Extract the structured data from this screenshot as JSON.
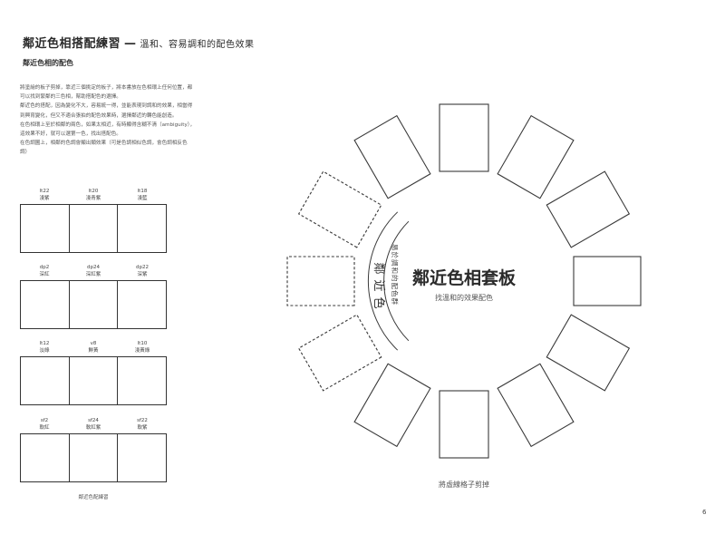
{
  "page": {
    "title": "鄰近色相搭配練習",
    "title_separator": "—",
    "title_sub": "溫和、容易調和的配色效果",
    "subtitle": "鄰近色相的配色",
    "paragraph_lines": [
      "將塗繪的板子剪掉，靠近三個挑定的板子，將本書放在色相環上任何位置，都",
      "可以找到緊鄰的三色相，幫助搭配色的選擇。",
      "鄰近色的搭配，因為變化不大，容易統一得，並能表現到調和的效果，相當得",
      "到興育變化，但又不適合張拍的配色效果時，選擇鄰近的轉色能創造。",
      "在色相環上至於相鄰的兩色，如果太相近，有時顯得含糊不清（ambiguity），",
      "這效果不好，就可以選第一色，找出搭配色。",
      "在色調圖上，相鄰的色調會顯出類效果（可是色調相似色調，會色調相反色",
      "調）"
    ],
    "caption": "鄰近色配練習",
    "page_number": "6"
  },
  "swatch_groups": [
    {
      "labels": [
        {
          "code": "lt22",
          "name": "淺紫"
        },
        {
          "code": "lt20",
          "name": "淺青紫"
        },
        {
          "code": "lt18",
          "name": "淺藍"
        }
      ]
    },
    {
      "labels": [
        {
          "code": "dp2",
          "name": "深紅"
        },
        {
          "code": "dp24",
          "name": "深紅紫"
        },
        {
          "code": "dp22",
          "name": "深紫"
        }
      ]
    },
    {
      "labels": [
        {
          "code": "lt12",
          "name": "淡綠"
        },
        {
          "code": "v8",
          "name": "鮮黃"
        },
        {
          "code": "lt10",
          "name": "淺黃綠"
        }
      ]
    },
    {
      "labels": [
        {
          "code": "sf2",
          "name": "軟紅"
        },
        {
          "code": "sf24",
          "name": "軟紅紫"
        },
        {
          "code": "sf22",
          "name": "軟紫"
        }
      ]
    }
  ],
  "wheel": {
    "center_title": "鄰近色相套板",
    "center_subtitle": "找溫和的效果配色",
    "side_label_large": "鄰近色",
    "side_label_small": "易於調和的配色群",
    "bottom_text": "將虛線格子剪掉"
  }
}
